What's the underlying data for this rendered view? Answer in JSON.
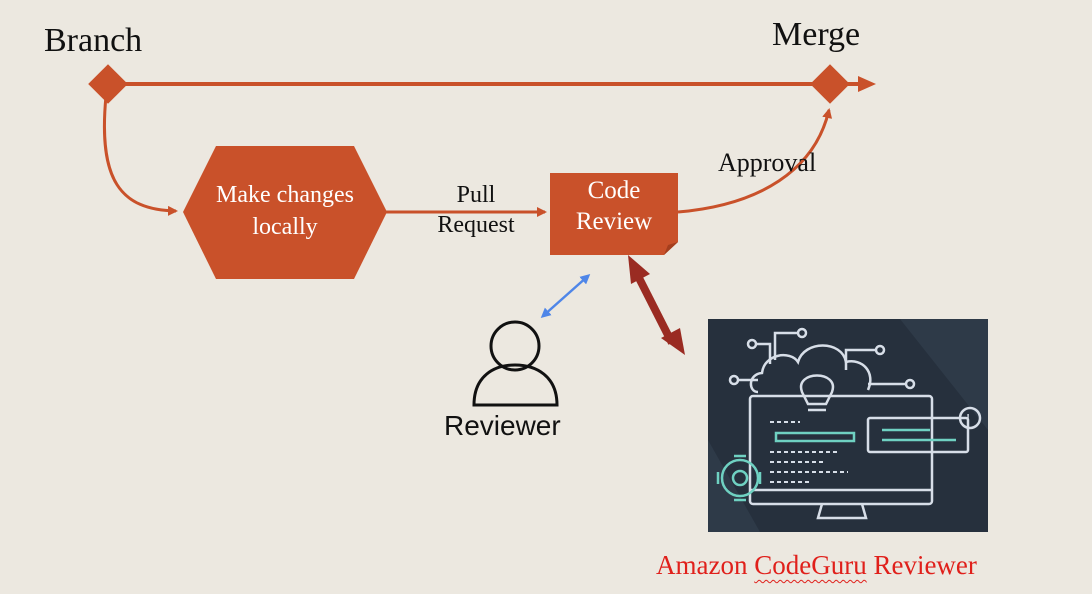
{
  "labels": {
    "branch": "Branch",
    "merge": "Merge",
    "make_changes": "Make changes locally",
    "pull_request_line1": "Pull",
    "pull_request_line2": "Request",
    "code_review_line1": "Code",
    "code_review_line2": "Review",
    "approval": "Approval",
    "reviewer": "Reviewer",
    "product_prefix": "Amazon ",
    "product_highlight": "CodeGuru",
    "product_suffix": " Reviewer"
  },
  "colors": {
    "background": "#ECE8E0",
    "accent": "#C9512A",
    "dark_arrow": "#9A2B22",
    "reviewer_link": "#4F86E8",
    "product_text": "#E0201B",
    "illustration_bg": "#26303D"
  },
  "icons": {
    "reviewer": "person-outline-icon",
    "illustration": "codeguru-computer-cloud-lightbulb-gear-icon"
  }
}
